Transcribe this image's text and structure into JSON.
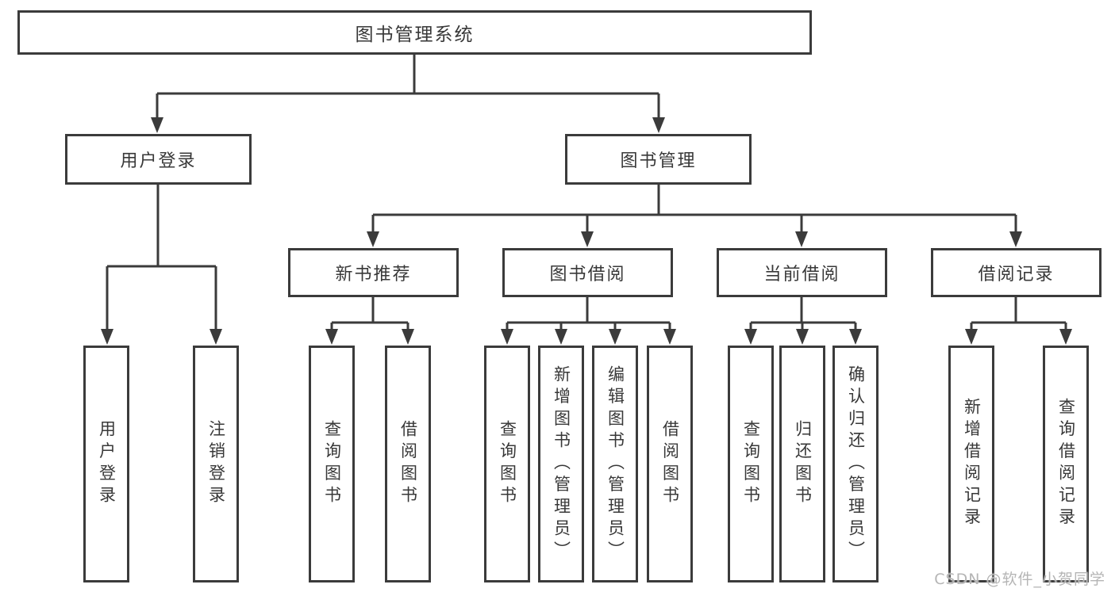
{
  "colors": {
    "line": "#3b3b3b",
    "text": "#383838",
    "watermark": "#b5b5b5"
  },
  "watermark": "CSDN @软件_小贺同学",
  "tree": {
    "label": "图书管理系统",
    "children": [
      {
        "label": "用户登录",
        "children": [
          {
            "label": "用户登录"
          },
          {
            "label": "注销登录"
          }
        ]
      },
      {
        "label": "图书管理",
        "children": [
          {
            "label": "新书推荐",
            "children": [
              {
                "label": "查询图书"
              },
              {
                "label": "借阅图书"
              }
            ]
          },
          {
            "label": "图书借阅",
            "children": [
              {
                "label": "查询图书"
              },
              {
                "label": "新增图书（管理员）"
              },
              {
                "label": "编辑图书（管理员）"
              },
              {
                "label": "借阅图书"
              }
            ]
          },
          {
            "label": "当前借阅",
            "children": [
              {
                "label": "查询图书"
              },
              {
                "label": "归还图书"
              },
              {
                "label": "确认归还（管理员）"
              }
            ]
          },
          {
            "label": "借阅记录",
            "children": [
              {
                "label": "新增借阅记录"
              },
              {
                "label": "查询借阅记录"
              }
            ]
          }
        ]
      }
    ]
  }
}
